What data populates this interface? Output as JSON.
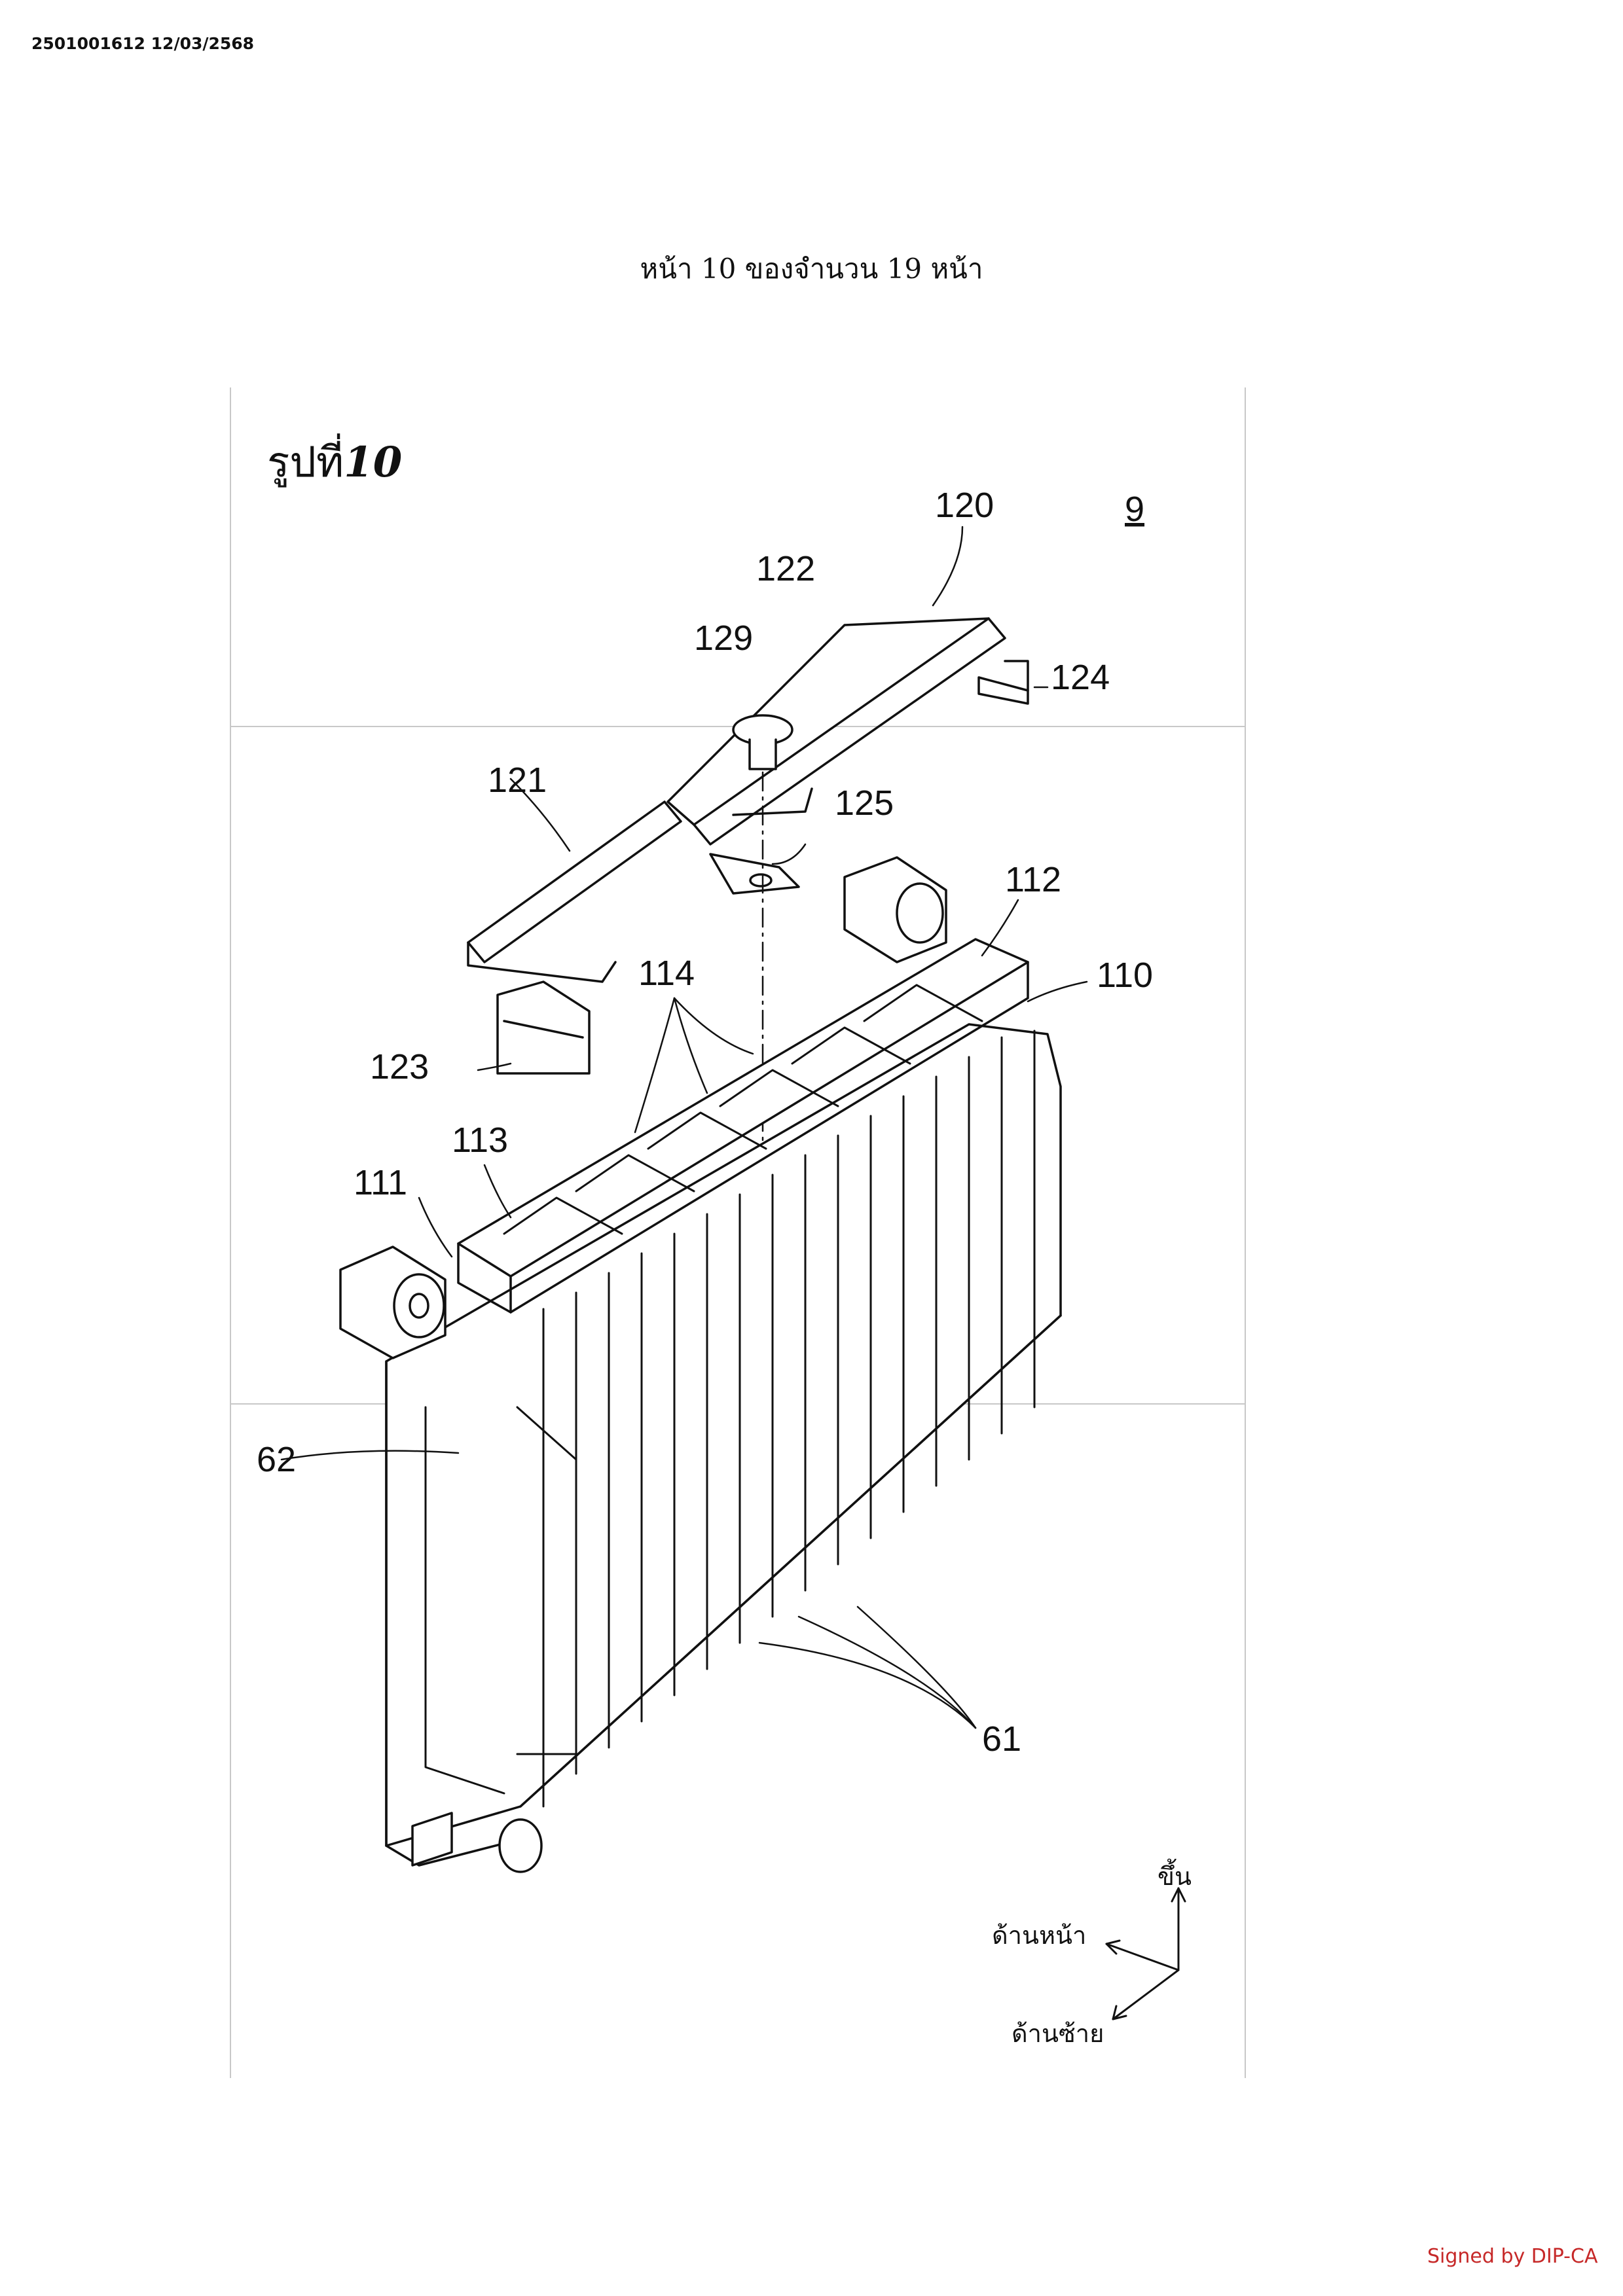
{
  "stamp": "2501001612 12/03/2568",
  "header": "หน้า 10 ของจำนวน 19 หน้า",
  "figure": {
    "title_text": "รูปที่",
    "title_num": "10",
    "figure_no": "9",
    "labels": {
      "l120": "120",
      "l122": "122",
      "l129": "129",
      "l124": "124",
      "l121": "121",
      "l125": "125",
      "l112": "112",
      "l110": "110",
      "l114": "114",
      "l123": "123",
      "l113": "113",
      "l111": "111",
      "l62": "62",
      "l61": "61"
    },
    "axes": {
      "up": "ขึ้น",
      "front": "ด้านหน้า",
      "left": "ด้านซ้าย"
    }
  },
  "signature": "Signed by DIP-CA"
}
